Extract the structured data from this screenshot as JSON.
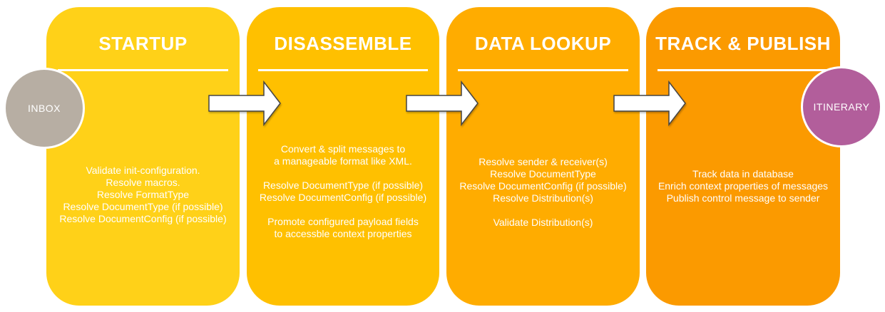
{
  "theme": {
    "stage1-color": "#FFD118",
    "stage2-color": "#FFC000",
    "stage3-color": "#FFAC00",
    "stage4-color": "#FB9A00",
    "inbox-color": "#B7AEA3",
    "itinerary-color": "#B25E9B",
    "arrow-fill": "#FFFFFF",
    "arrow-stroke": "#454545"
  },
  "diagram": {
    "stages": [
      {
        "title": "STARTUP",
        "paragraphs": [
          [
            "Validate init-configuration.",
            "Resolve macros.",
            "Resolve FormatType",
            "Resolve DocumentType (if possible)",
            "Resolve DocumentConfig (if possible)"
          ]
        ]
      },
      {
        "title": "DISASSEMBLE",
        "paragraphs": [
          [
            "Convert & split messages to",
            "a manageable format like XML."
          ],
          [
            "Resolve DocumentType (if possible)",
            "Resolve DocumentConfig (if possible)"
          ],
          [
            "Promote configured payload fields",
            "to accessble context properties"
          ]
        ]
      },
      {
        "title": "DATA LOOKUP",
        "paragraphs": [
          [
            "Resolve sender & receiver(s)",
            "Resolve DocumentType",
            "Resolve DocumentConfig (if possible)",
            "Resolve Distribution(s)"
          ],
          [
            "Validate Distribution(s)"
          ]
        ]
      },
      {
        "title": "TRACK & PUBLISH",
        "paragraphs": [
          [
            "Track data in database",
            "Enrich context properties of messages",
            "Publish control message to sender"
          ]
        ]
      }
    ],
    "endpoints": {
      "inbox": {
        "label": "INBOX"
      },
      "itinerary": {
        "label": "ITINERARY"
      }
    }
  }
}
